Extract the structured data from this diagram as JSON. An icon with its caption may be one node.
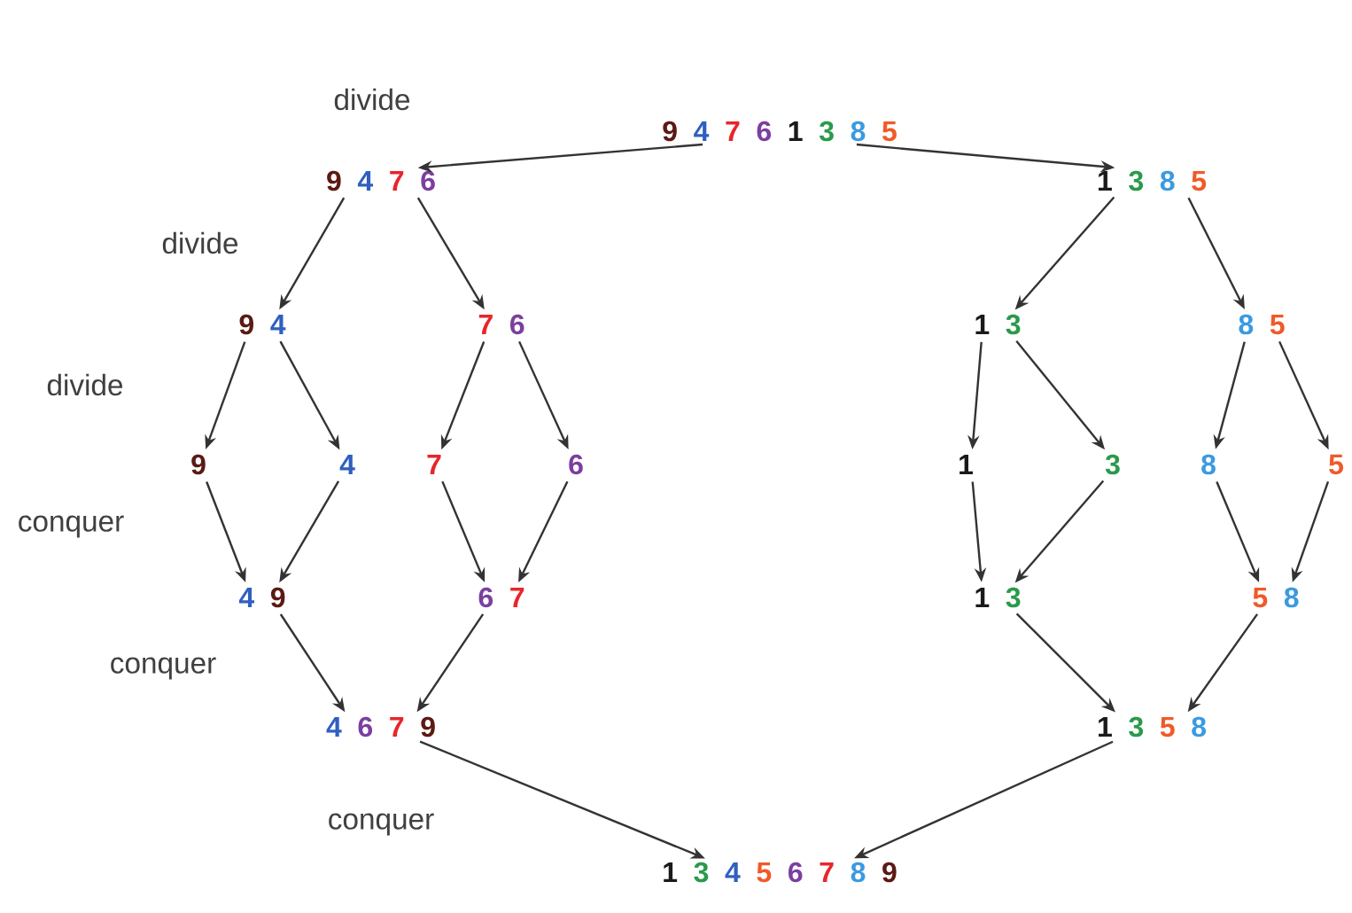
{
  "diagram": {
    "nodes": [
      {
        "text": [
          "9",
          "4",
          "7",
          "6",
          "1",
          "3",
          "8",
          "5"
        ]
      },
      {
        "text": [
          "9",
          "4",
          "7",
          "6"
        ]
      },
      {
        "text": [
          "1",
          "3",
          "8",
          "5"
        ]
      },
      {
        "text": [
          "9",
          "4"
        ]
      },
      {
        "text": [
          "7",
          "6"
        ]
      },
      {
        "text": [
          "1",
          "3"
        ]
      },
      {
        "text": [
          "8",
          "5"
        ]
      },
      {
        "text": [
          "9"
        ]
      },
      {
        "text": [
          "4"
        ]
      },
      {
        "text": [
          "7"
        ]
      },
      {
        "text": [
          "6"
        ]
      },
      {
        "text": [
          "1"
        ]
      },
      {
        "text": [
          "3"
        ]
      },
      {
        "text": [
          "8"
        ]
      },
      {
        "text": [
          "5"
        ]
      },
      {
        "text": [
          "4",
          "9"
        ]
      },
      {
        "text": [
          "6",
          "7"
        ]
      },
      {
        "text": [
          "1",
          "3"
        ]
      },
      {
        "text": [
          "5",
          "8"
        ]
      },
      {
        "text": [
          "4",
          "6",
          "7",
          "9"
        ]
      },
      {
        "text": [
          "1",
          "3",
          "5",
          "8"
        ]
      },
      {
        "text": [
          "1",
          "3",
          "4",
          "5",
          "6",
          "7",
          "8",
          "9"
        ]
      }
    ],
    "edges": [
      {
        "from": 0,
        "to": 1,
        "arrow": "to"
      },
      {
        "from": 0,
        "to": 2,
        "arrow": "to"
      },
      {
        "from": 1,
        "to": 3,
        "arrow": "to"
      },
      {
        "from": 1,
        "to": 4,
        "arrow": "to"
      },
      {
        "from": 2,
        "to": 5,
        "arrow": "to"
      },
      {
        "from": 2,
        "to": 6,
        "arrow": "to"
      },
      {
        "from": 3,
        "to": 7,
        "arrow": "to"
      },
      {
        "from": 3,
        "to": 8,
        "arrow": "to"
      },
      {
        "from": 4,
        "to": 9,
        "arrow": "to"
      },
      {
        "from": 4,
        "to": 10,
        "arrow": "to"
      },
      {
        "from": 5,
        "to": 11,
        "arrow": "to"
      },
      {
        "from": 5,
        "to": 12,
        "arrow": "to"
      },
      {
        "from": 6,
        "to": 13,
        "arrow": "to"
      },
      {
        "from": 6,
        "to": 14,
        "arrow": "to"
      },
      {
        "from": 7,
        "to": 15,
        "arrow": "to"
      },
      {
        "from": 8,
        "to": 15,
        "arrow": "to"
      },
      {
        "from": 9,
        "to": 16,
        "arrow": "to"
      },
      {
        "from": 10,
        "to": 16,
        "arrow": "to"
      },
      {
        "from": 11,
        "to": 17,
        "arrow": "to"
      },
      {
        "from": 12,
        "to": 17,
        "arrow": "to"
      },
      {
        "from": 13,
        "to": 18,
        "arrow": "to"
      },
      {
        "from": 14,
        "to": 18,
        "arrow": "to"
      },
      {
        "from": 15,
        "to": 19,
        "arrow": "to"
      },
      {
        "from": 16,
        "to": 19,
        "arrow": "to"
      },
      {
        "from": 17,
        "to": 20,
        "arrow": "to"
      },
      {
        "from": 18,
        "to": 20,
        "arrow": "to"
      },
      {
        "from": 19,
        "to": 21,
        "arrow": "to"
      },
      {
        "from": 20,
        "to": 21,
        "arrow": "to"
      }
    ],
    "labels": [
      "divide",
      "divide",
      "divide",
      "conquer",
      "conquer",
      "conquer"
    ]
  }
}
